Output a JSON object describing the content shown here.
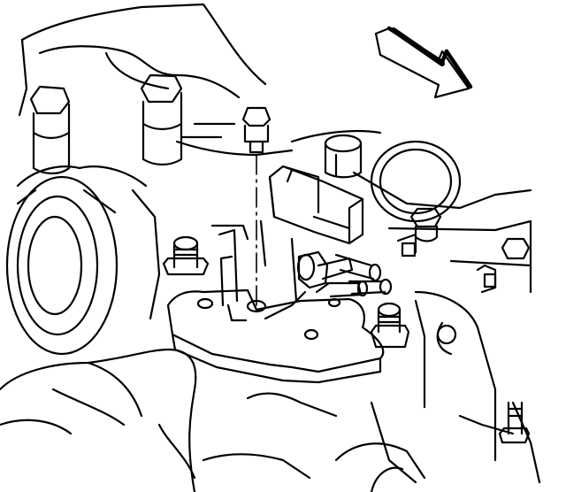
{
  "figure": {
    "kind": "line-art-technical-illustration",
    "line_color": "#000000",
    "background_color": "#ffffff",
    "components": [
      "engine-block-outline",
      "head-bolt-left",
      "head-bolt-right",
      "pulley-left",
      "bracket-bolt-exploded",
      "bolt-centerline",
      "sensor-connector-body",
      "mounting-bracket",
      "bracket-stud-left",
      "bracket-stud-right",
      "vacuum-port-fitting",
      "hose-fitting-pair",
      "lifting-ring",
      "ring-bolt",
      "rear-bolt-right",
      "direction-arrow",
      "hand-lower"
    ]
  }
}
